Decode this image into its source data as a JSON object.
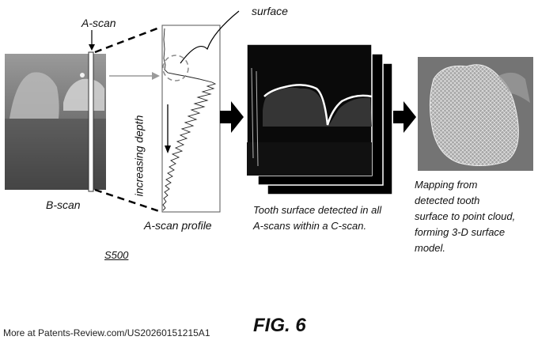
{
  "labels": {
    "a_scan": "A-scan",
    "surface": "surface",
    "b_scan": "B-scan",
    "increasing_depth": "increasing depth",
    "a_scan_profile": "A-scan profile"
  },
  "captions": {
    "c_scan": [
      "Tooth surface detected in all",
      "A-scans within a C-scan."
    ],
    "mapping": [
      "Mapping from",
      "detected tooth",
      "surface to point cloud,",
      "forming 3-D surface",
      "model."
    ]
  },
  "reference": "S500",
  "figure": "FIG. 6",
  "footer": "More at Patents-Review.com/US20260151215A1"
}
